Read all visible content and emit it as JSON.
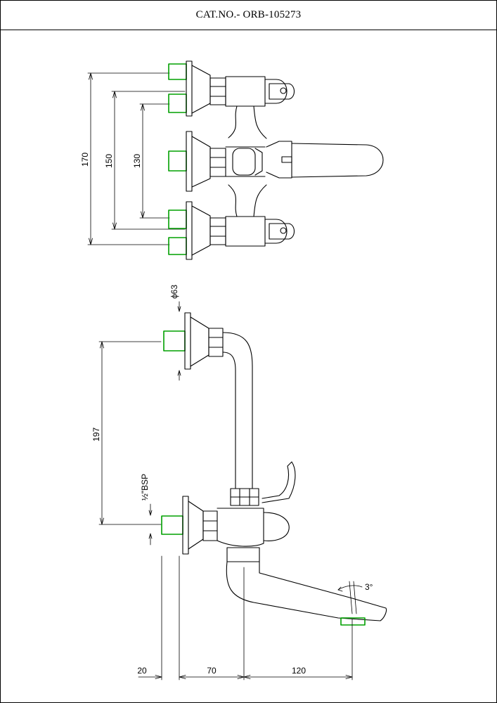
{
  "title": "CAT.NO.- ORB-105273",
  "colors": {
    "line": "#000000",
    "connector": "#00a000",
    "background": "#ffffff"
  },
  "front_view": {
    "dims": {
      "d170": "170",
      "d150": "150",
      "d130": "130"
    }
  },
  "side_view": {
    "dims": {
      "phi63": "ϕ63",
      "d197": "197",
      "bsp": "½\"BSP",
      "angle": "3°",
      "d20": "20",
      "d70": "70",
      "d120": "120"
    }
  }
}
